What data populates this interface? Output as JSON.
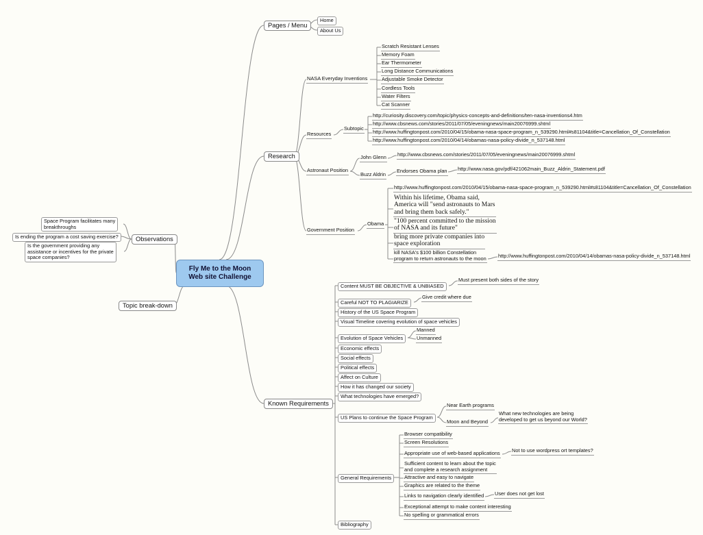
{
  "root": "Fly Me to the Moon\nWeb site Challenge",
  "pages_menu": {
    "label": "Pages / Menu",
    "items": [
      "Home",
      "About Us"
    ]
  },
  "research": {
    "label": "Research",
    "everyday": {
      "label": "NASA Everyday Inventions",
      "items": [
        "Scratch Resistant Lenses",
        "Memory Foam",
        "Ear Thermometer",
        "Long Distance Communications",
        "Adjustable Smoke Detector",
        "Cordless Tools",
        "Water Filters",
        "Cat Scanner"
      ]
    },
    "resources": {
      "label": "Resources",
      "subtopic": "Subtopic",
      "links": [
        "http://curiosity.discovery.com/topic/physics-concepts-and-definitions/ten-nasa-inventions4.htm",
        "http://www.cbsnews.com/stories/2011/07/05/eveningnews/main20076999.shtml",
        "http://www.huffingtonpost.com/2010/04/15/obama-nasa-space-program_n_539290.html#s81104&title=Cancellation_Of_Constellation",
        "http://www.huffingtonpost.com/2010/04/14/obamas-nasa-policy-divide_n_537148.html"
      ]
    },
    "astronaut": {
      "label": "Astronaut Position",
      "john_glenn": "John Glenn",
      "john_glenn_link": "http://www.cbsnews.com/stories/2011/07/05/eveningnews/main20076999.shtml",
      "buzz_aldrin": "Buzz Aldrin",
      "endorses": "Endorses Obama plan",
      "buzz_link": "http://www.nasa.gov/pdf/421062main_Buzz_Aldrin_Statement.pdf"
    },
    "government": {
      "label": "Government Position",
      "obama": "Obama",
      "link1": "http://www.huffingtonpost.com/2010/04/15/obama-nasa-space-program_n_539290.html#s81104&title=Cancellation_Of_Constellation",
      "quote1": "Within his lifetime, Obama said,\nAmerica will \"send astronauts to Mars\nand bring them back safely.\"",
      "quote2": "\"100 percent committed to the mission\nof NASA and its future\"",
      "quote3": "bring more private companies into\nspace exploration",
      "kill": "kill NASA's $100 billion Constellation\nprogram to return astronauts to the moon",
      "kill_link": "http://www.huffingtonpost.com/2010/04/14/obamas-nasa-policy-divide_n_537148.html"
    }
  },
  "observations": {
    "label": "Observations",
    "items": [
      "Space Program facilitates many\nbreakthroughs",
      "Is ending the program a cost saving exercise?",
      "Is the government providing any\nassistance or incentives for the private\nspace companies?"
    ]
  },
  "topic_breakdown": "Topic break-down",
  "requirements": {
    "label": "Known Requirements",
    "objective": "Content MUST BE OBJECTIVE & UNBIASED",
    "objective_note": "Must present both sides of the story",
    "plagiarize": "Careful NOT TO PLAGIARIZE",
    "plagiarize_note": "Give credit where due",
    "history": "History of the US Space Program",
    "timeline": "Visual Timeline covering evolution of space vehicles",
    "evolution": "Evolution of Space Vehicles",
    "manned": "Manned",
    "unmanned": "Unmanned",
    "economic": "Economic effects",
    "social": "Social effects",
    "political": "Political effects",
    "culture": "Affect on Culture",
    "society": "How it has changed our society",
    "technologies": "What technologies have emerged?",
    "us_plans": "US Plans to continue the Space Program",
    "near_earth": "Near Earth programs",
    "moon_beyond": "Moon and Beyond",
    "new_tech": "What new technologies are being\ndeveloped to get us beyond our World?",
    "general": {
      "label": "General Requirements",
      "items": [
        "Browser compatibility",
        "Screen Resolutions",
        "Appropriate use of web-based applications",
        "Sufficient content to learn about the topic\nand complete a research assignment",
        "Attractive and easy to navigate",
        "Graphics are related to the theme",
        "Links to navigation clearly identified",
        "Exceptional attempt to make content interesting",
        "No spelling or grammatical errors"
      ],
      "wordpress_note": "Not to use wordpress ort templates?",
      "lost_note": "User does not get lost"
    },
    "bibliography": "Bibliography"
  },
  "colors": {
    "root_fill": "#9ec9ef",
    "root_border": "#6b94bf",
    "line": "#8a8a8a",
    "background": "#fdfdf8"
  }
}
